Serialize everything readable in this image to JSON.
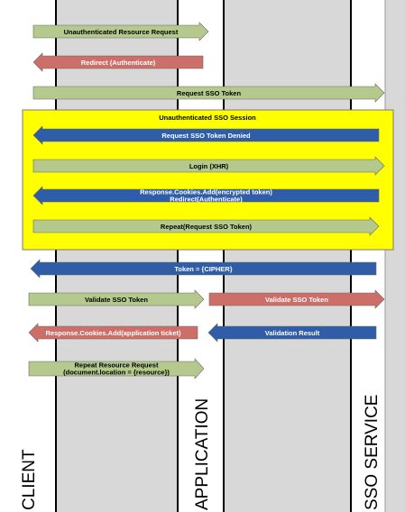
{
  "lanes": [
    {
      "name": "client",
      "label": "CLIENT"
    },
    {
      "name": "application",
      "label": "APPLICATION"
    },
    {
      "name": "sso-service",
      "label": "SSO SERVICE"
    }
  ],
  "session_box": {
    "title": "Unauthenticated SSO Session",
    "color": "#ffff00"
  },
  "colors": {
    "green": "#b5c98c",
    "red": "#cd6e68",
    "blue": "#2f5da8",
    "lane": "#ffffff",
    "background": "#d8d8d8"
  },
  "messages": [
    {
      "id": "msg-1",
      "label": "Unauthenticated Resource Request",
      "from": "client",
      "to": "application",
      "color": "green"
    },
    {
      "id": "msg-2",
      "label": "Redirect (Authenticate)",
      "from": "application",
      "to": "client",
      "color": "red"
    },
    {
      "id": "msg-3",
      "label": "Request SSO Token",
      "from": "client",
      "to": "sso-service",
      "color": "green"
    },
    {
      "id": "msg-4",
      "label": "Request SSO Token Denied",
      "from": "sso-service",
      "to": "client",
      "color": "blue"
    },
    {
      "id": "msg-5",
      "label": "Login (XHR)",
      "from": "client",
      "to": "sso-service",
      "color": "green"
    },
    {
      "id": "msg-6",
      "label": "Response.Cookies.Add(encrypted token)",
      "label2": "Redirect(Authenticate)",
      "from": "sso-service",
      "to": "client",
      "color": "blue"
    },
    {
      "id": "msg-7",
      "label": "Repeat(Request SSO Token)",
      "from": "client",
      "to": "sso-service",
      "color": "green"
    },
    {
      "id": "msg-8",
      "label": "Token = {CIPHER}",
      "from": "sso-service",
      "to": "client",
      "color": "blue"
    },
    {
      "id": "msg-9",
      "label": "Validate SSO Token",
      "from": "client",
      "to": "application",
      "color": "green"
    },
    {
      "id": "msg-10",
      "label": "Validate SSO Token",
      "from": "application",
      "to": "sso-service",
      "color": "red"
    },
    {
      "id": "msg-11",
      "label": "Response.Cookies.Add(application ticket)",
      "from": "application",
      "to": "client",
      "color": "red"
    },
    {
      "id": "msg-12",
      "label": "Validation Result",
      "from": "sso-service",
      "to": "application",
      "color": "blue"
    },
    {
      "id": "msg-13",
      "label": "Repeat Resource Request",
      "label2": "(document.location = {resource})",
      "from": "client",
      "to": "application",
      "color": "green"
    }
  ]
}
